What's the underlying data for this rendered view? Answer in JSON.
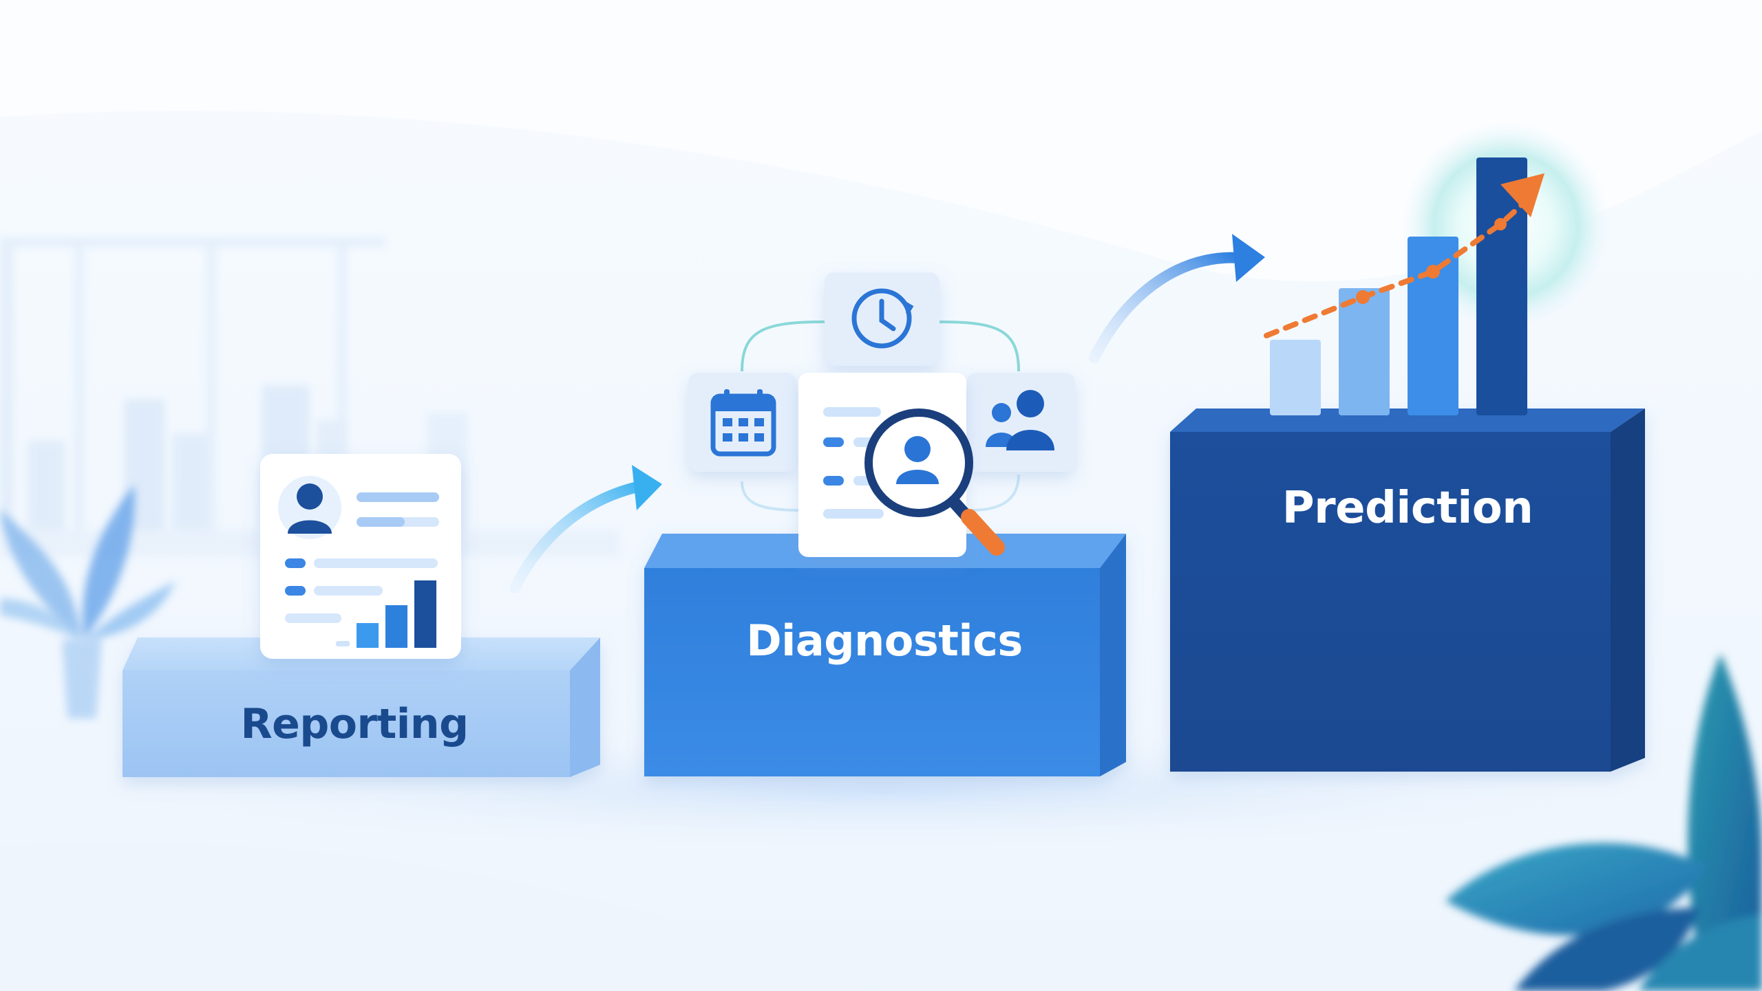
{
  "steps": [
    {
      "label": "Reporting",
      "color": "#a9cdf6"
    },
    {
      "label": "Diagnostics",
      "color": "#3a88e2"
    },
    {
      "label": "Prediction",
      "color": "#1a4f9e"
    }
  ],
  "prediction_bars": [
    0.22,
    0.37,
    0.52,
    0.75
  ],
  "icons": [
    "user-profile-icon",
    "calendar-icon",
    "clock-icon",
    "users-icon",
    "magnifier-user-icon",
    "trend-arrow-icon"
  ],
  "colors": {
    "accent_orange": "#ef7a33",
    "arrow_blue": "#3a8ee8",
    "teal_glow": "#c9f0ef"
  }
}
